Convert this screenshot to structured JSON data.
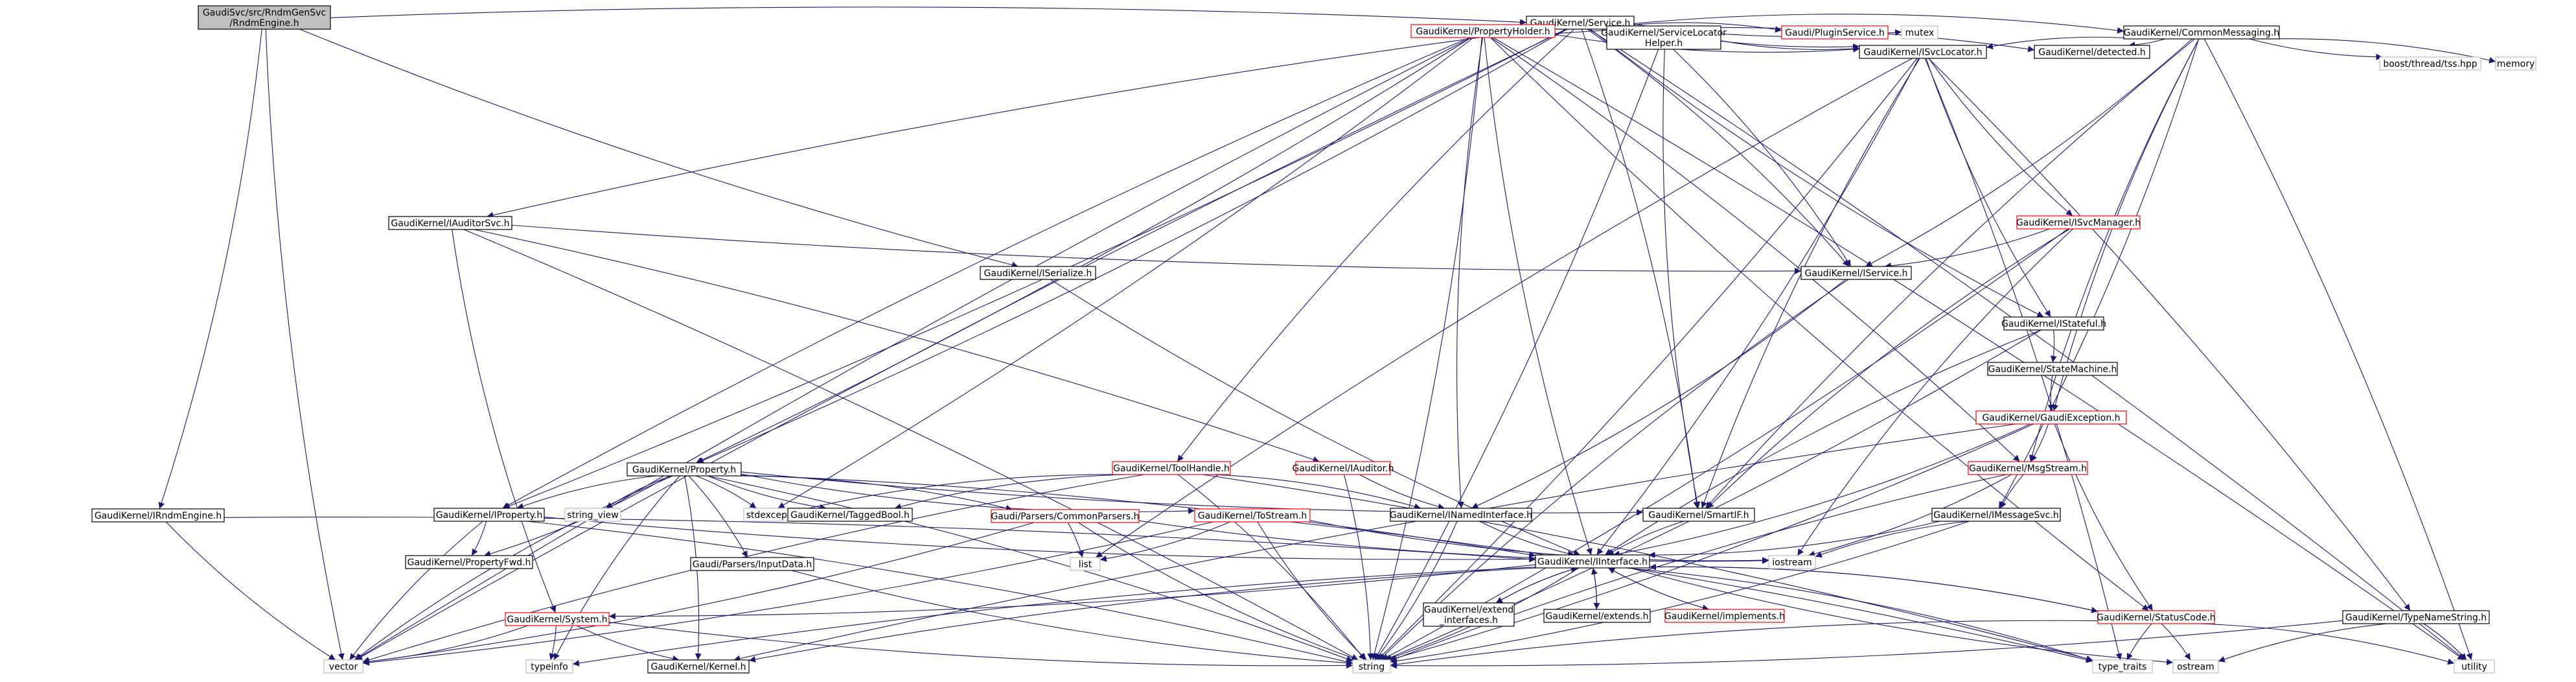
{
  "graph": {
    "edge_color": "#191970",
    "nodes": [
      {
        "id": "root",
        "lines": [
          "GaudiSvc/src/RndmGenSvc",
          "/RndmEngine.h"
        ],
        "style": "root"
      },
      {
        "id": "service",
        "lines": [
          "GaudiKernel/Service.h"
        ],
        "style": "black"
      },
      {
        "id": "propertyholder",
        "lines": [
          "GaudiKernel/PropertyHolder.h"
        ],
        "style": "red"
      },
      {
        "id": "servicelocatorhelper",
        "lines": [
          "GaudiKernel/ServiceLocator",
          "Helper.h"
        ],
        "style": "black"
      },
      {
        "id": "pluginservice",
        "lines": [
          "Gaudi/PluginService.h"
        ],
        "style": "red"
      },
      {
        "id": "mutex",
        "lines": [
          "mutex"
        ],
        "style": "gray"
      },
      {
        "id": "commonmessaging",
        "lines": [
          "GaudiKernel/CommonMessaging.h"
        ],
        "style": "black"
      },
      {
        "id": "isvclocator",
        "lines": [
          "GaudiKernel/ISvcLocator.h"
        ],
        "style": "black"
      },
      {
        "id": "detected",
        "lines": [
          "GaudiKernel/detected.h"
        ],
        "style": "black"
      },
      {
        "id": "boosttss",
        "lines": [
          "boost/thread/tss.hpp"
        ],
        "style": "gray"
      },
      {
        "id": "memory",
        "lines": [
          "memory"
        ],
        "style": "gray"
      },
      {
        "id": "iauditorsvc",
        "lines": [
          "GaudiKernel/IAuditorSvc.h"
        ],
        "style": "black"
      },
      {
        "id": "iserialize",
        "lines": [
          "GaudiKernel/ISerialize.h"
        ],
        "style": "black"
      },
      {
        "id": "isvcmanager",
        "lines": [
          "GaudiKernel/ISvcManager.h"
        ],
        "style": "red"
      },
      {
        "id": "iservice",
        "lines": [
          "GaudiKernel/IService.h"
        ],
        "style": "black"
      },
      {
        "id": "istateful",
        "lines": [
          "GaudiKernel/IStateful.h"
        ],
        "style": "black"
      },
      {
        "id": "statemachine",
        "lines": [
          "GaudiKernel/StateMachine.h"
        ],
        "style": "black"
      },
      {
        "id": "gaudiexception",
        "lines": [
          "GaudiKernel/GaudiException.h"
        ],
        "style": "red"
      },
      {
        "id": "property",
        "lines": [
          "GaudiKernel/Property.h"
        ],
        "style": "black"
      },
      {
        "id": "toolhandle",
        "lines": [
          "GaudiKernel/ToolHandle.h"
        ],
        "style": "red"
      },
      {
        "id": "iauditor",
        "lines": [
          "GaudiKernel/IAuditor.h"
        ],
        "style": "red"
      },
      {
        "id": "msgstream",
        "lines": [
          "GaudiKernel/MsgStream.h"
        ],
        "style": "red"
      },
      {
        "id": "irndmengine",
        "lines": [
          "GaudiKernel/IRndmEngine.h"
        ],
        "style": "black"
      },
      {
        "id": "iproperty",
        "lines": [
          "GaudiKernel/IProperty.h"
        ],
        "style": "black"
      },
      {
        "id": "string_view",
        "lines": [
          "string_view"
        ],
        "style": "gray"
      },
      {
        "id": "stdexcept",
        "lines": [
          "stdexcept"
        ],
        "style": "gray"
      },
      {
        "id": "taggedbool",
        "lines": [
          "GaudiKernel/TaggedBool.h"
        ],
        "style": "black"
      },
      {
        "id": "commonparsers",
        "lines": [
          "Gaudi/Parsers/CommonParsers.h"
        ],
        "style": "red"
      },
      {
        "id": "tostream",
        "lines": [
          "GaudiKernel/ToStream.h"
        ],
        "style": "red"
      },
      {
        "id": "inamedinterface",
        "lines": [
          "GaudiKernel/INamedInterface.h"
        ],
        "style": "black"
      },
      {
        "id": "smartif",
        "lines": [
          "GaudiKernel/SmartIF.h"
        ],
        "style": "black"
      },
      {
        "id": "imessagesvc",
        "lines": [
          "GaudiKernel/IMessageSvc.h"
        ],
        "style": "black"
      },
      {
        "id": "propertyfwd",
        "lines": [
          "GaudiKernel/PropertyFwd.h"
        ],
        "style": "black"
      },
      {
        "id": "inputdata",
        "lines": [
          "Gaudi/Parsers/InputData.h"
        ],
        "style": "black"
      },
      {
        "id": "list",
        "lines": [
          "list"
        ],
        "style": "gray"
      },
      {
        "id": "iinterface",
        "lines": [
          "GaudiKernel/IInterface.h"
        ],
        "style": "black"
      },
      {
        "id": "iostream",
        "lines": [
          "iostream"
        ],
        "style": "gray"
      },
      {
        "id": "typenamestring",
        "lines": [
          "GaudiKernel/TypeNameString.h"
        ],
        "style": "black"
      },
      {
        "id": "system",
        "lines": [
          "GaudiKernel/System.h"
        ],
        "style": "red"
      },
      {
        "id": "extend_interfaces",
        "lines": [
          "GaudiKernel/extend",
          "_interfaces.h"
        ],
        "style": "black"
      },
      {
        "id": "extends",
        "lines": [
          "GaudiKernel/extends.h"
        ],
        "style": "black"
      },
      {
        "id": "implements",
        "lines": [
          "GaudiKernel/implements.h"
        ],
        "style": "red"
      },
      {
        "id": "statuscode",
        "lines": [
          "GaudiKernel/StatusCode.h"
        ],
        "style": "red"
      },
      {
        "id": "vector",
        "lines": [
          "vector"
        ],
        "style": "gray"
      },
      {
        "id": "typeinfo",
        "lines": [
          "typeinfo"
        ],
        "style": "gray"
      },
      {
        "id": "kernel",
        "lines": [
          "GaudiKernel/Kernel.h"
        ],
        "style": "black"
      },
      {
        "id": "string",
        "lines": [
          "string"
        ],
        "style": "gray"
      },
      {
        "id": "type_traits",
        "lines": [
          "type_traits"
        ],
        "style": "gray"
      },
      {
        "id": "ostream",
        "lines": [
          "ostream"
        ],
        "style": "gray"
      },
      {
        "id": "utility",
        "lines": [
          "utility"
        ],
        "style": "gray"
      }
    ],
    "edges": [
      [
        "root",
        "service"
      ],
      [
        "root",
        "iserialize"
      ],
      [
        "root",
        "irndmengine"
      ],
      [
        "root",
        "vector"
      ],
      [
        "service",
        "propertyholder"
      ],
      [
        "service",
        "servicelocatorhelper"
      ],
      [
        "service",
        "pluginservice"
      ],
      [
        "service",
        "mutex"
      ],
      [
        "service",
        "commonmessaging"
      ],
      [
        "service",
        "isvclocator"
      ],
      [
        "service",
        "iservice"
      ],
      [
        "service",
        "iauditorsvc"
      ],
      [
        "service",
        "property"
      ],
      [
        "service",
        "toolhandle"
      ],
      [
        "service",
        "smartif"
      ],
      [
        "service",
        "istateful"
      ],
      [
        "service",
        "iproperty"
      ],
      [
        "service",
        "vector"
      ],
      [
        "service",
        "utility"
      ],
      [
        "propertyholder",
        "isvclocator"
      ],
      [
        "propertyholder",
        "detected"
      ],
      [
        "propertyholder",
        "iproperty"
      ],
      [
        "propertyholder",
        "property"
      ],
      [
        "propertyholder",
        "inamedinterface"
      ],
      [
        "propertyholder",
        "msgstream"
      ],
      [
        "propertyholder",
        "iinterface"
      ],
      [
        "propertyholder",
        "string"
      ],
      [
        "propertyholder",
        "vector"
      ],
      [
        "propertyholder",
        "stdexcept"
      ],
      [
        "propertyholder",
        "statuscode"
      ],
      [
        "propertyholder",
        "utility"
      ],
      [
        "servicelocatorhelper",
        "isvclocator"
      ],
      [
        "servicelocatorhelper",
        "iservice"
      ],
      [
        "servicelocatorhelper",
        "smartif"
      ],
      [
        "servicelocatorhelper",
        "string"
      ],
      [
        "commonmessaging",
        "isvclocator"
      ],
      [
        "commonmessaging",
        "detected"
      ],
      [
        "commonmessaging",
        "boosttss"
      ],
      [
        "commonmessaging",
        "memory"
      ],
      [
        "commonmessaging",
        "msgstream"
      ],
      [
        "commonmessaging",
        "imessagesvc"
      ],
      [
        "commonmessaging",
        "gaudiexception"
      ],
      [
        "commonmessaging",
        "iservice"
      ],
      [
        "commonmessaging",
        "smartif"
      ],
      [
        "commonmessaging",
        "utility"
      ],
      [
        "isvclocator",
        "isvcmanager"
      ],
      [
        "isvclocator",
        "iinterface"
      ],
      [
        "isvclocator",
        "smartif"
      ],
      [
        "isvclocator",
        "typenamestring"
      ],
      [
        "isvclocator",
        "list"
      ],
      [
        "isvclocator",
        "string"
      ],
      [
        "isvclocator",
        "istateful"
      ],
      [
        "isvclocator",
        "type_traits"
      ],
      [
        "iauditorsvc",
        "iservice"
      ],
      [
        "iauditorsvc",
        "iauditor"
      ],
      [
        "iauditorsvc",
        "system"
      ],
      [
        "iauditorsvc",
        "string"
      ],
      [
        "iserialize",
        "iinterface"
      ],
      [
        "isvcmanager",
        "iservice"
      ],
      [
        "isvcmanager",
        "smartif"
      ],
      [
        "isvcmanager",
        "string"
      ],
      [
        "isvcmanager",
        "iostream"
      ],
      [
        "iservice",
        "inamedinterface"
      ],
      [
        "iservice",
        "string"
      ],
      [
        "istateful",
        "statemachine"
      ],
      [
        "istateful",
        "iinterface"
      ],
      [
        "istateful",
        "string"
      ],
      [
        "statemachine",
        "gaudiexception"
      ],
      [
        "gaudiexception",
        "msgstream"
      ],
      [
        "gaudiexception",
        "statuscode"
      ],
      [
        "gaudiexception",
        "iinterface"
      ],
      [
        "gaudiexception",
        "kernel"
      ],
      [
        "gaudiexception",
        "string"
      ],
      [
        "property",
        "iproperty"
      ],
      [
        "property",
        "propertyfwd"
      ],
      [
        "property",
        "string_view"
      ],
      [
        "property",
        "stdexcept"
      ],
      [
        "property",
        "taggedbool"
      ],
      [
        "property",
        "commonparsers"
      ],
      [
        "property",
        "tostream"
      ],
      [
        "property",
        "inputdata"
      ],
      [
        "property",
        "smartif"
      ],
      [
        "property",
        "kernel"
      ],
      [
        "property",
        "typeinfo"
      ],
      [
        "property",
        "string"
      ],
      [
        "property",
        "vector"
      ],
      [
        "property",
        "iinterface"
      ],
      [
        "toolhandle",
        "taggedbool"
      ],
      [
        "toolhandle",
        "inamedinterface"
      ],
      [
        "toolhandle",
        "stdexcept"
      ],
      [
        "toolhandle",
        "string"
      ],
      [
        "toolhandle",
        "vector"
      ],
      [
        "toolhandle",
        "type_traits"
      ],
      [
        "iauditor",
        "inamedinterface"
      ],
      [
        "iauditor",
        "string"
      ],
      [
        "msgstream",
        "imessagesvc"
      ],
      [
        "msgstream",
        "iostream"
      ],
      [
        "msgstream",
        "string"
      ],
      [
        "irndmengine",
        "iinterface"
      ],
      [
        "irndmengine",
        "vector"
      ],
      [
        "iproperty",
        "propertyfwd"
      ],
      [
        "iproperty",
        "iinterface"
      ],
      [
        "iproperty",
        "string"
      ],
      [
        "iproperty",
        "vector"
      ],
      [
        "commonparsers",
        "list"
      ],
      [
        "commonparsers",
        "string"
      ],
      [
        "commonparsers",
        "vector"
      ],
      [
        "commonparsers",
        "iostream"
      ],
      [
        "tostream",
        "list"
      ],
      [
        "tostream",
        "string"
      ],
      [
        "tostream",
        "vector"
      ],
      [
        "tostream",
        "iostream"
      ],
      [
        "tostream",
        "type_traits"
      ],
      [
        "inamedinterface",
        "iinterface"
      ],
      [
        "inamedinterface",
        "string"
      ],
      [
        "smartif",
        "iinterface"
      ],
      [
        "imessagesvc",
        "iinterface"
      ],
      [
        "imessagesvc",
        "iostream"
      ],
      [
        "imessagesvc",
        "string"
      ],
      [
        "inputdata",
        "string"
      ],
      [
        "iinterface",
        "system"
      ],
      [
        "iinterface",
        "kernel"
      ],
      [
        "iinterface",
        "statuscode"
      ],
      [
        "iinterface",
        "typeinfo"
      ],
      [
        "iinterface",
        "string"
      ],
      [
        "iinterface",
        "ostream"
      ],
      [
        "iinterface",
        "type_traits"
      ],
      [
        "iinterface",
        "extend_interfaces"
      ],
      [
        "iinterface",
        "extends"
      ],
      [
        "iinterface",
        "implements"
      ],
      [
        "extend_interfaces",
        "iinterface"
      ],
      [
        "extends",
        "iinterface"
      ],
      [
        "implements",
        "iinterface"
      ],
      [
        "system",
        "kernel"
      ],
      [
        "system",
        "typeinfo"
      ],
      [
        "system",
        "string"
      ],
      [
        "system",
        "vector"
      ],
      [
        "statuscode",
        "iinterface"
      ],
      [
        "statuscode",
        "ostream"
      ],
      [
        "statuscode",
        "type_traits"
      ],
      [
        "statuscode",
        "utility"
      ],
      [
        "statuscode",
        "string"
      ],
      [
        "typenamestring",
        "string"
      ],
      [
        "typenamestring",
        "ostream"
      ],
      [
        "typenamestring",
        "utility"
      ]
    ]
  }
}
